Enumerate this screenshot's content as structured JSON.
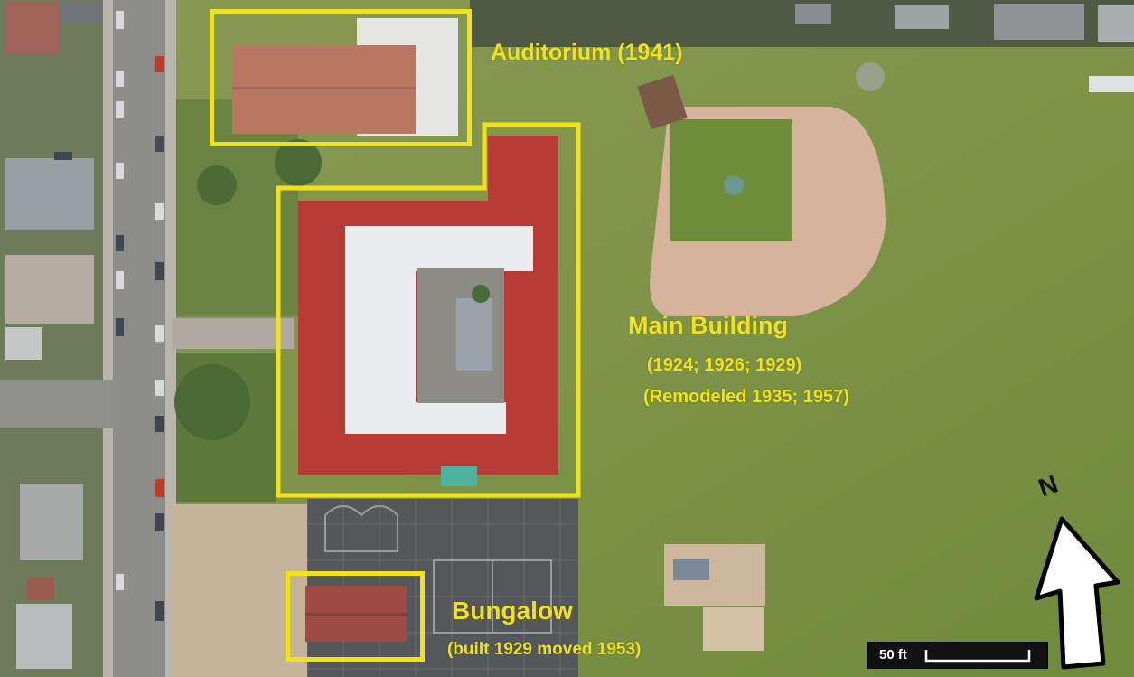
{
  "colors": {
    "highlight": "#f2e21a",
    "grass": "#7f9448",
    "field_light": "#8fa255",
    "road": "#8d8d8a",
    "infield_dirt": "#d6b39a",
    "roof_red": "#b83a35",
    "roof_white": "#e9ecee",
    "roof_brown": "#b97762",
    "asphalt": "#55585a",
    "sand": "#cdb79d"
  },
  "labels": {
    "auditorium": "Auditorium (1941)",
    "main_building": "Main Building",
    "main_years": "(1924; 1926; 1929)",
    "main_remodeled": "(Remodeled 1935; 1957)",
    "bungalow": "Bungalow",
    "bungalow_note": "(built 1929 moved 1953)"
  },
  "north_arrow": {
    "label": "N",
    "icon": "north-arrow-icon"
  },
  "scale_bar": {
    "label": "50 ft"
  }
}
